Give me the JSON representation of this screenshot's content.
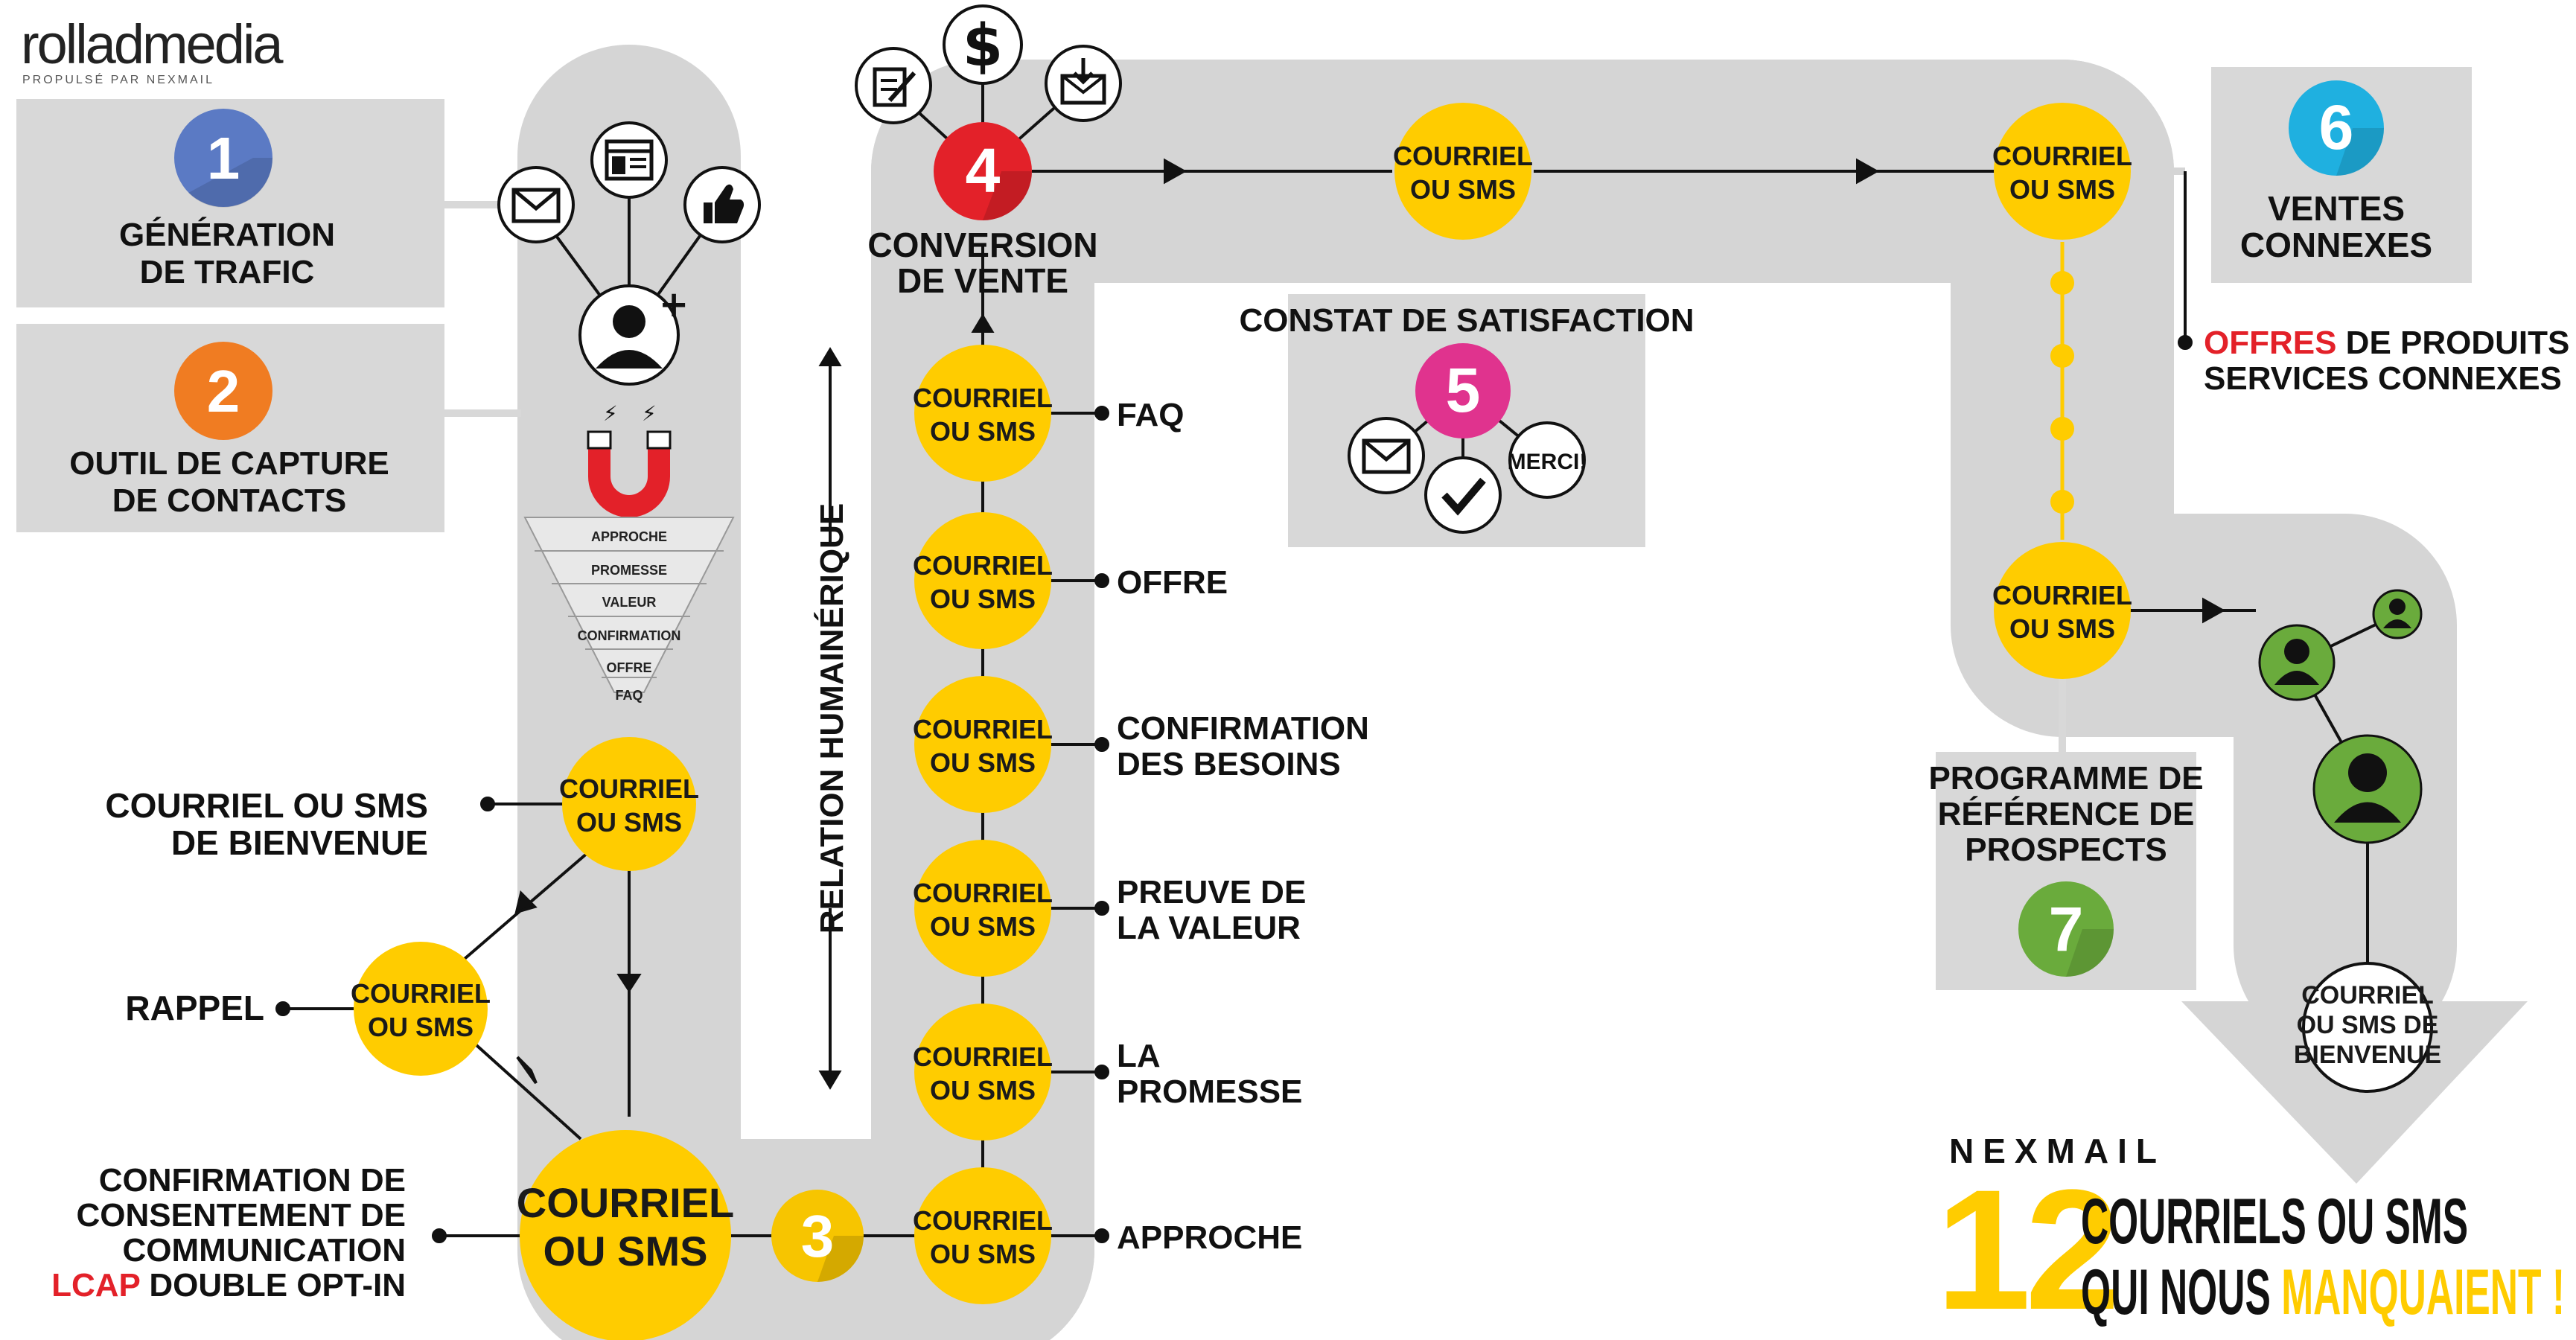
{
  "logo": {
    "brand": "rolladmedia",
    "tagline": "PROPULSÉ PAR NEXMAIL"
  },
  "steps": {
    "s1": {
      "num": "1",
      "line1": "GÉNÉRATION",
      "line2": "DE TRAFIC",
      "color": "#5b7ac4"
    },
    "s2": {
      "num": "2",
      "line1": "OUTIL DE CAPTURE",
      "line2": "DE CONTACTS",
      "color": "#f07c22"
    },
    "s3": {
      "num": "3",
      "color": "#f7c500"
    },
    "s4": {
      "num": "4",
      "line1": "CONVERSION",
      "line2": "DE VENTE",
      "color": "#e32129"
    },
    "s5": {
      "num": "5",
      "title": "CONSTAT DE SATISFACTION",
      "merci": "MERCI!",
      "color": "#e0338e"
    },
    "s6": {
      "num": "6",
      "line1": "VENTES",
      "line2": "CONNEXES",
      "color": "#1fb0e0"
    },
    "s7": {
      "num": "7",
      "line1": "PROGRAMME DE",
      "line2": "RÉFÉRENCE DE",
      "line3": "PROSPECTS",
      "color": "#6aab3c"
    }
  },
  "funnel": [
    "APPROCHE",
    "PROMESSE",
    "VALEUR",
    "CONFIRMATION",
    "OFFRE",
    "FAQ"
  ],
  "node": {
    "l1": "COURRIEL",
    "l2": "OU SMS"
  },
  "labels": {
    "bienvenue_l1": "COURRIEL OU SMS",
    "bienvenue_l2": "DE BIENVENUE",
    "rappel": "RAPPEL",
    "consent_l1": "CONFIRMATION DE",
    "consent_l2": "CONSENTEMENT DE",
    "consent_l3": "COMMUNICATION",
    "consent_l4_red": "LCAP",
    "consent_l4_rest": " DOUBLE OPT-IN",
    "relation": "RELATION HUMAINÉRIQUE",
    "faq": "FAQ",
    "offre": "OFFRE",
    "conf_l1": "CONFIRMATION",
    "conf_l2": "DES BESOINS",
    "preuve_l1": "PREUVE DE",
    "preuve_l2": "LA VALEUR",
    "promesse_l1": "LA",
    "promesse_l2": "PROMESSE",
    "approche": "APPROCHE",
    "offres_red": "OFFRES",
    "offres_rest": " DE PRODUITS ET",
    "offres_l2": "SERVICES CONNEXES",
    "welcome_l1": "COURRIEL",
    "welcome_l2": "OU SMS DE",
    "welcome_l3": "BIENVENUE"
  },
  "footer": {
    "brand": "NEXMAIL",
    "big_number": "12",
    "line1": "COURRIELS OU SMS",
    "line2_a": "QUI NOUS ",
    "line2_b": "MANQUAIENT !"
  },
  "icons": [
    "envelope-icon",
    "browser-icon",
    "thumbs-up-icon",
    "add-user-icon",
    "magnet-icon",
    "edit-icon",
    "dollar-icon",
    "inbox-icon",
    "check-icon",
    "user-icon"
  ],
  "colors": {
    "yellow": "#ffcc00",
    "grey_path": "#d5d5d5",
    "grey_box": "#d8d8d8",
    "red_accent": "#e32129",
    "green_user": "#6aab3c"
  }
}
